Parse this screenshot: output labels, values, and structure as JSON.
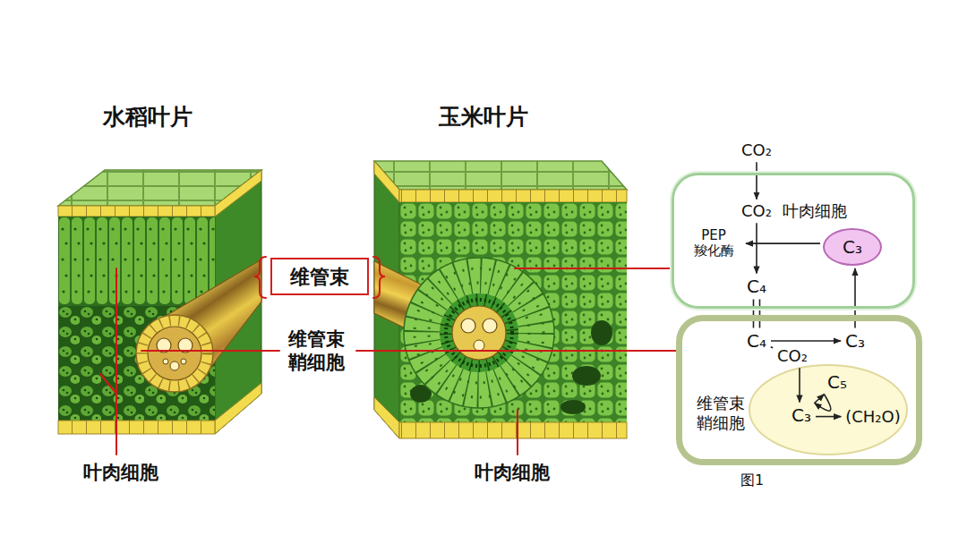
{
  "diagram": {
    "caption": "图1",
    "nodes": [
      {
        "text": [
          "维管束"
        ]
      },
      {
        "text": [
          "CO₂"
        ]
      },
      {
        "text": [
          "叶肉细胞"
        ]
      },
      {
        "text": [
          "CO₂"
        ],
        "in": 2
      },
      {
        "text": [
          "PEP 羧化酶"
        ],
        "in": 2
      },
      {
        "text": [
          "C₃"
        ],
        "in": 2
      },
      {
        "text": [
          "C₄"
        ],
        "in": 2
      },
      {
        "text": [
          "维管束 鞘细胞"
        ]
      },
      {
        "text": [
          "C₄"
        ],
        "in": 7
      },
      {
        "text": [
          "C₃"
        ],
        "in": 7
      },
      {
        "text": [
          "CO₂"
        ],
        "in": 7
      },
      {
        "text": [
          "C₅"
        ],
        "in": 7
      },
      {
        "text": [
          "C₃"
        ],
        "in": 7
      },
      {
        "text": [
          "(CH₂O)"
        ],
        "in": 7
      }
    ],
    "edges": [
      {
        "from": 1,
        "to": 3,
        "arrow": "to"
      },
      {
        "from": 3,
        "to": 6,
        "arrow": "to"
      },
      {
        "from": 5,
        "to": 4,
        "arrow": "to"
      },
      {
        "from": 6,
        "to": 8,
        "arrow": "none"
      },
      {
        "from": 8,
        "to": 9,
        "arrow": "to"
      },
      {
        "from": 9,
        "to": 5,
        "arrow": "to"
      },
      {
        "from": 8,
        "to": 10,
        "arrow": "none"
      },
      {
        "from": 10,
        "to": 12,
        "arrow": "to"
      },
      {
        "from": 12,
        "to": 11,
        "arrow": "to"
      },
      {
        "from": 11,
        "to": 12,
        "arrow": "to"
      },
      {
        "from": 12,
        "to": 13,
        "arrow": "to"
      }
    ],
    "labels": [
      "水稻叶片",
      "玉米叶片",
      "维管束 鞘细胞",
      "叶肉细胞",
      "叶肉细胞"
    ]
  }
}
